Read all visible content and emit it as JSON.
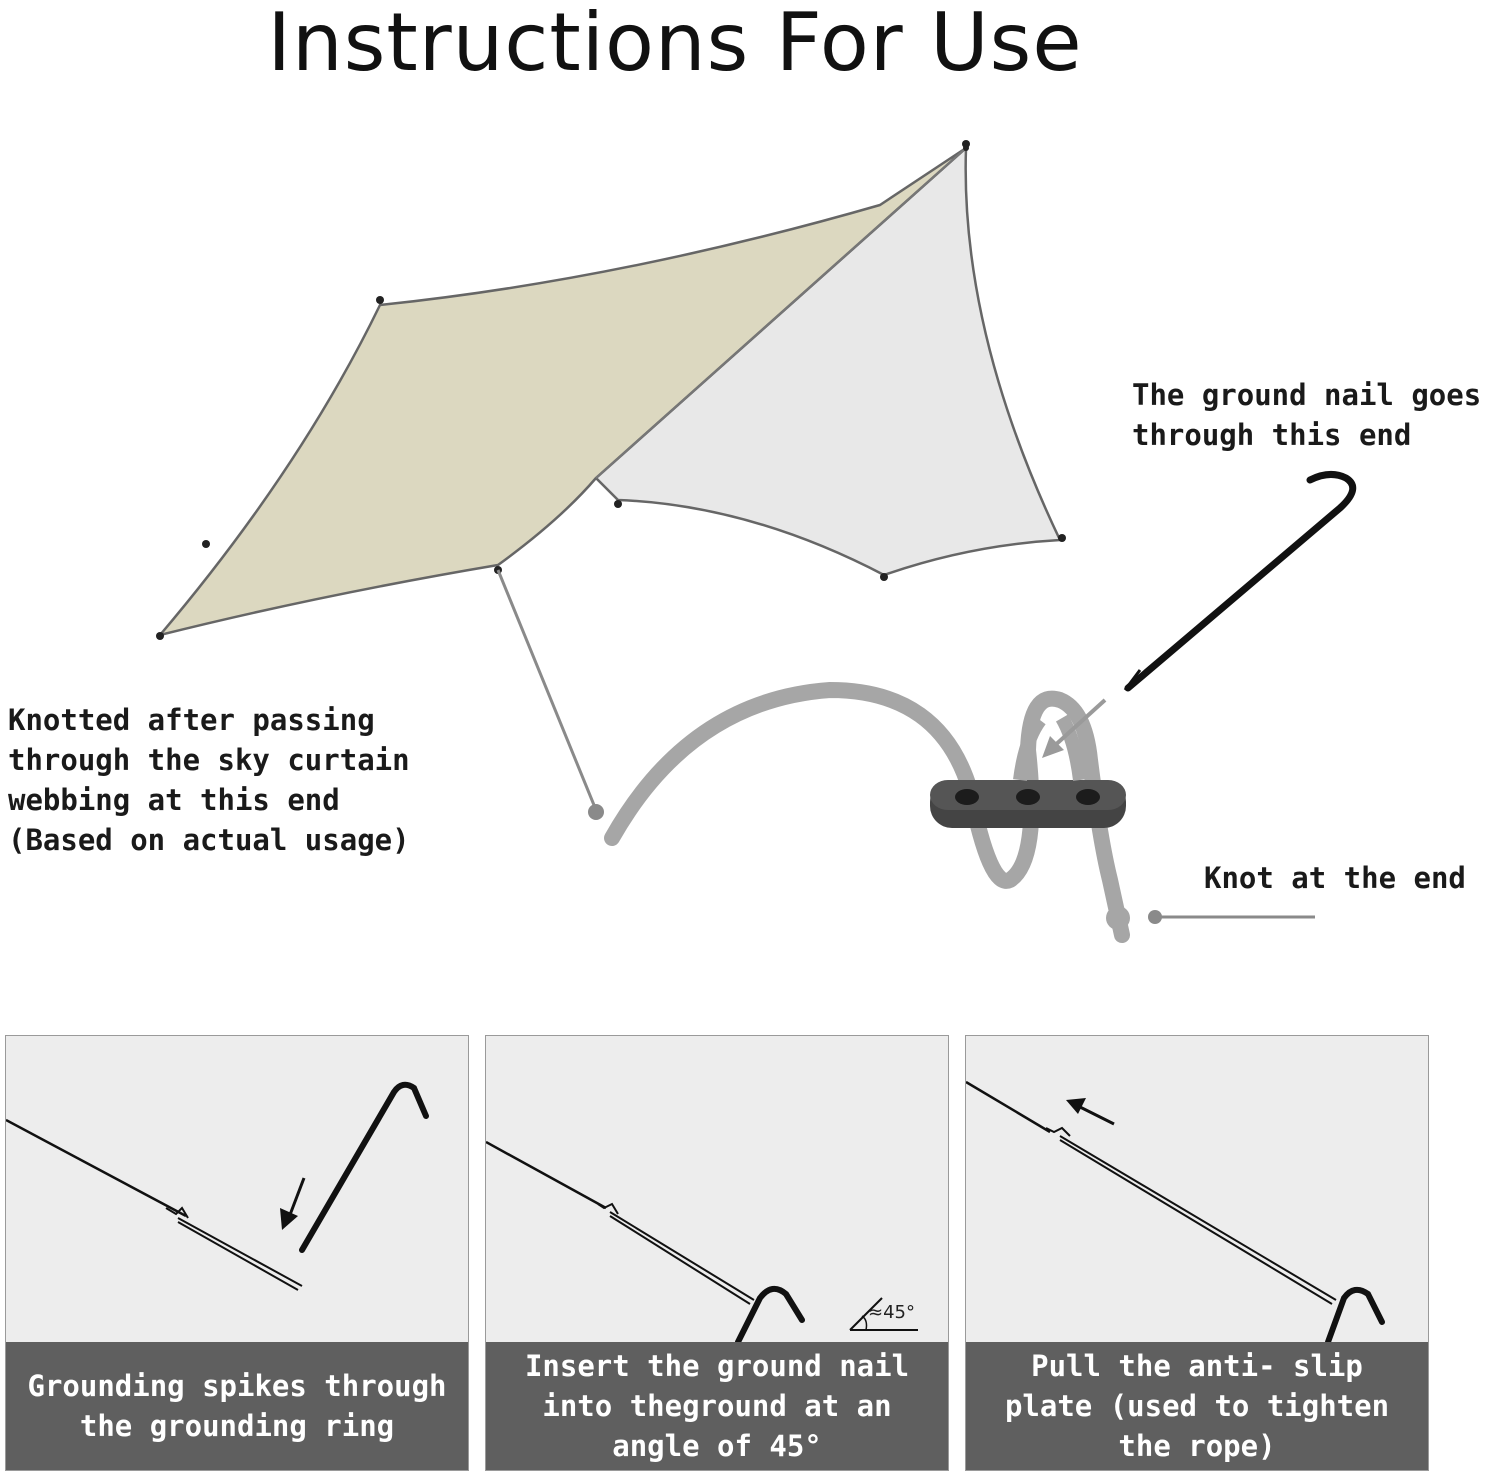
{
  "title": "Instructions For Use",
  "callouts": {
    "ground_nail": "The ground nail goes\nthrough this end",
    "knotted": "Knotted after passing\nthrough the sky curtain\nwebbing at this end\n(Based on actual usage)",
    "knot_end": "Knot at the end"
  },
  "steps": [
    {
      "caption": "Grounding spikes through the grounding ring"
    },
    {
      "caption": "Insert the ground nail into theground at an angle of 45°",
      "angle_label": "≈45°"
    },
    {
      "caption": "Pull the anti- slip plate (used to tighten the rope)"
    }
  ],
  "colors": {
    "tarp_beige": "#dcd8c0",
    "tarp_grey": "#e8e8e8",
    "rope": "#a6a6a6",
    "caption_bg": "#5f5f5f",
    "panel_bg": "#ededed"
  },
  "icons": [
    "tent-tarp",
    "ground-nail",
    "anti-slip-plate",
    "arrow"
  ]
}
